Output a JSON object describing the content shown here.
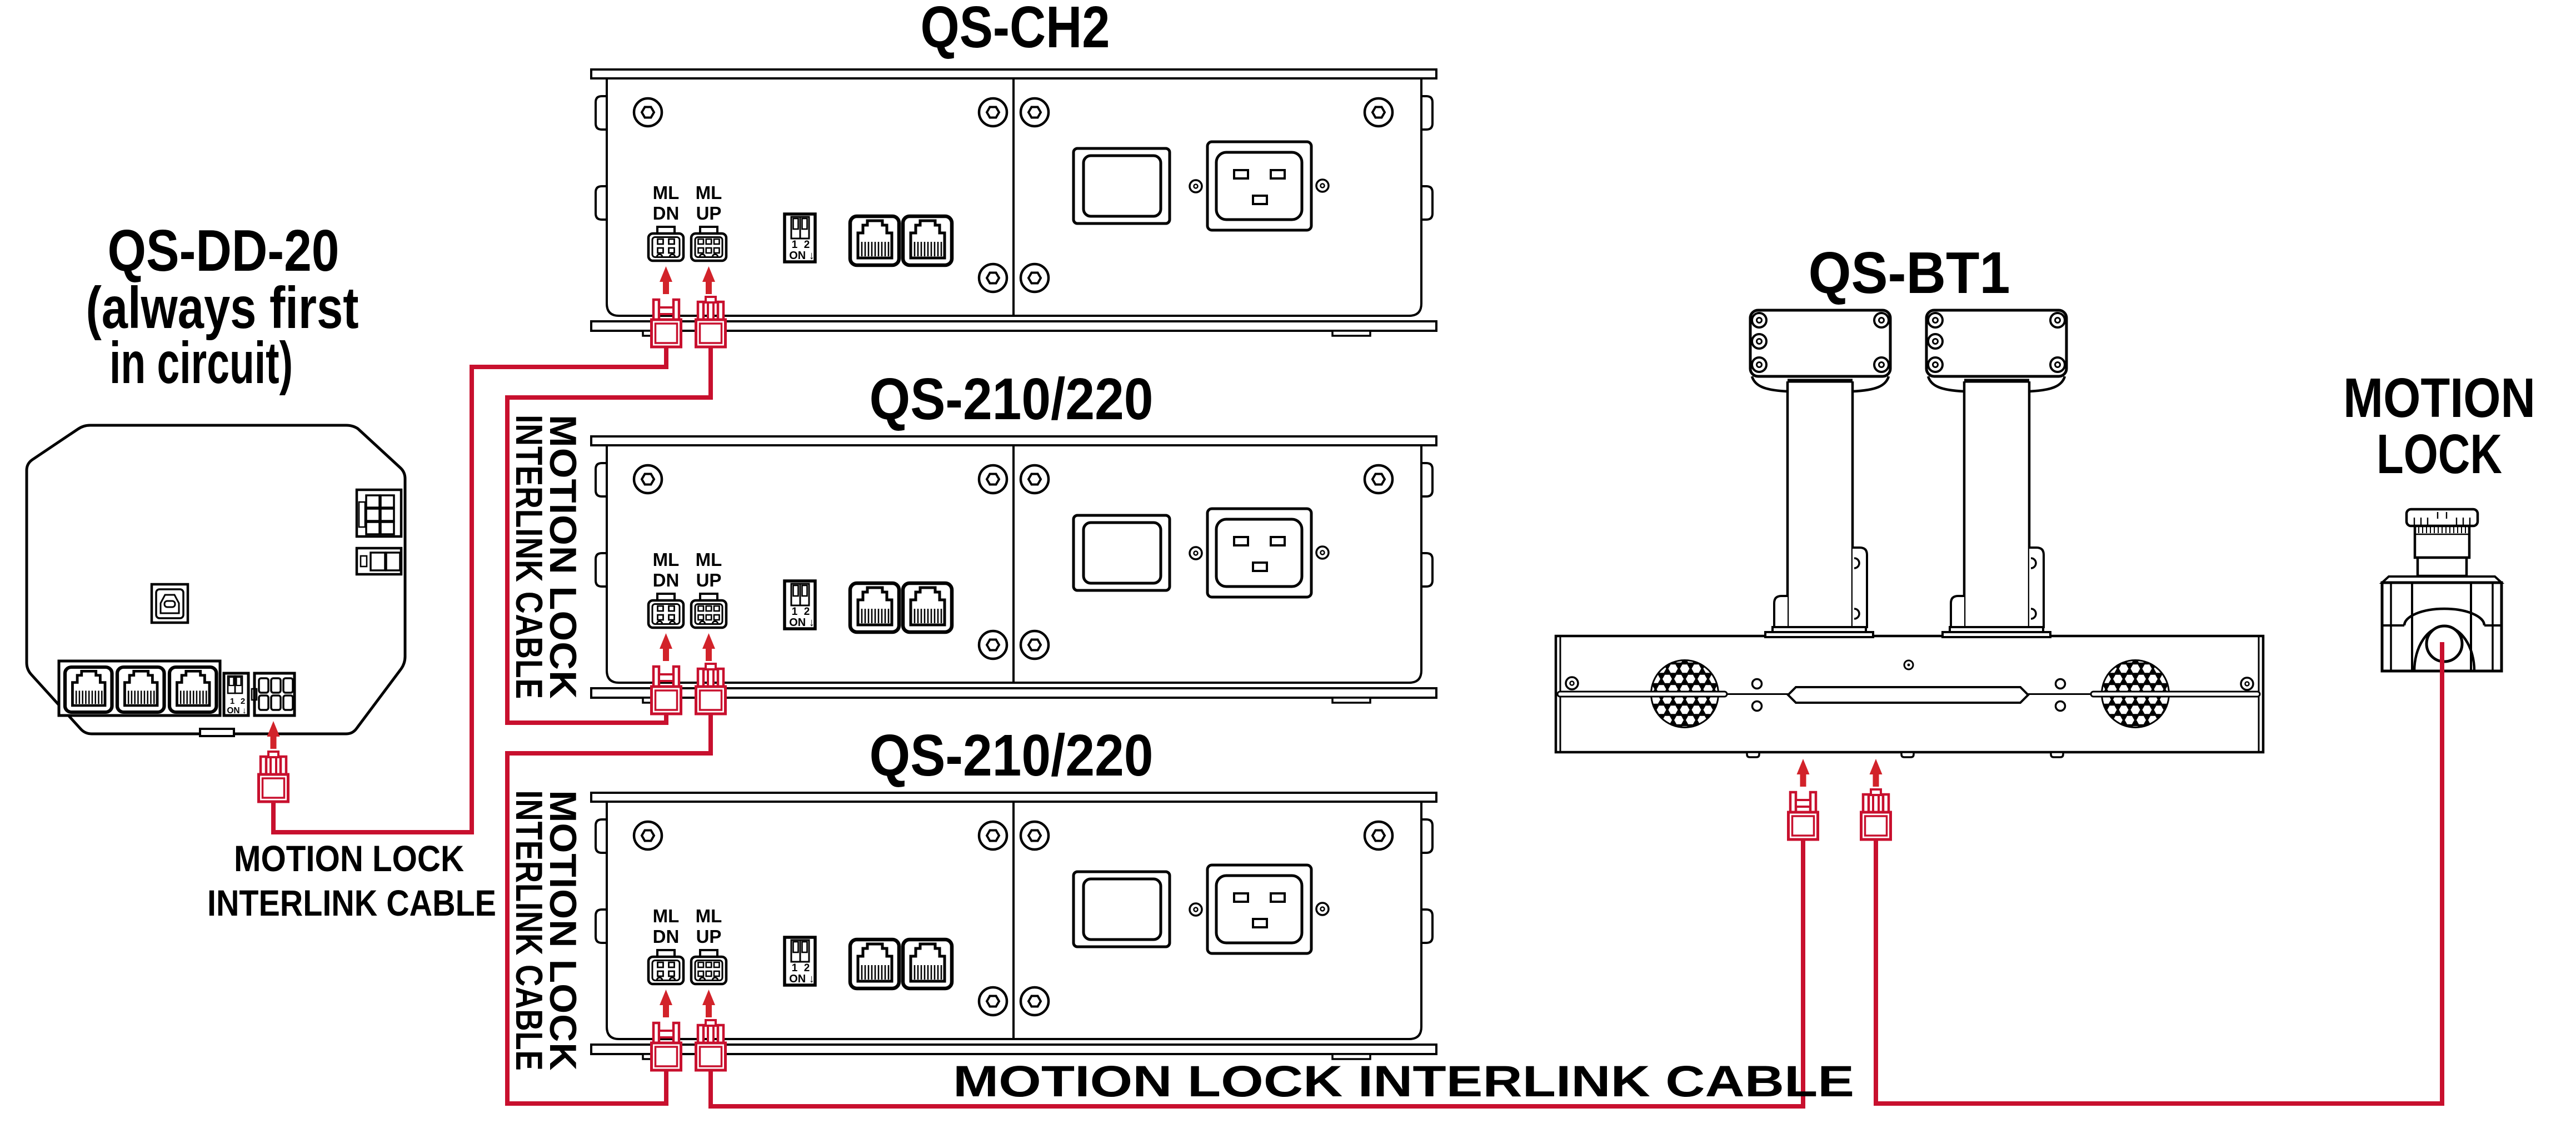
{
  "devices": {
    "controller": {
      "title": "QS-DD-20",
      "note_line1": "(always first",
      "note_line2": "in circuit)"
    },
    "units": [
      {
        "model": "QS-CH2"
      },
      {
        "model": "QS-210/220"
      },
      {
        "model": "QS-210/220"
      }
    ],
    "lift": {
      "model": "QS-BT1"
    },
    "estop": {
      "label_line1": "MOTION",
      "label_line2": "LOCK"
    }
  },
  "port_labels": {
    "ml": "ML",
    "dn": "DN",
    "up": "UP"
  },
  "dip_switch": {
    "pos1": "1",
    "pos2": "2",
    "on": "ON ↓"
  },
  "cable_labels": {
    "under_controller": {
      "line1": "MOTION LOCK",
      "line2": "INTERLINK CABLE"
    },
    "vertical_1": {
      "line1": "MOTION LOCK",
      "line2": "INTERLINK CABLE"
    },
    "vertical_2": {
      "line1": "MOTION LOCK",
      "line2": "INTERLINK CABLE"
    },
    "bottom": "MOTION LOCK INTERLINK CABLE"
  },
  "colors": {
    "cable_red": "#C8102E",
    "arrow_red": "#D2232A",
    "line_black": "#000000",
    "background": "#FFFFFF"
  }
}
